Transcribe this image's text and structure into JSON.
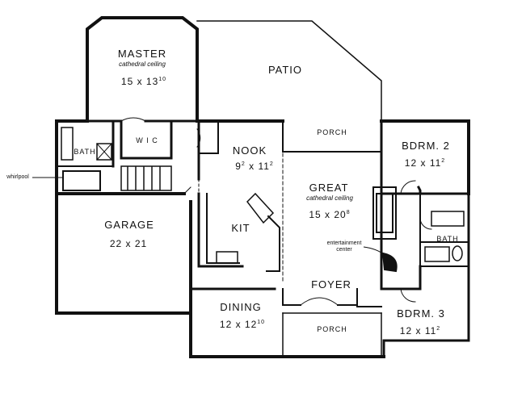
{
  "rooms": {
    "master": {
      "name": "MASTER",
      "note": "cathedral ceiling",
      "dim": "15 x 13",
      "dim_sup": "10"
    },
    "patio": {
      "name": "PATIO"
    },
    "wic": {
      "name": "W I C"
    },
    "bath1": {
      "name": "BATH"
    },
    "nook": {
      "name": "NOOK",
      "dim": "9",
      "dim_sup": "2",
      "dim2": " x 11",
      "dim2_sup": "2"
    },
    "porch_top": {
      "name": "PORCH"
    },
    "bdrm2": {
      "name": "BDRM. 2",
      "dim": "12 x 11",
      "dim_sup": "2"
    },
    "great": {
      "name": "GREAT",
      "note": "cathedral ceiling",
      "dim": "15 x 20",
      "dim_sup": "8"
    },
    "garage": {
      "name": "GARAGE",
      "dim": "22 x 21"
    },
    "kit": {
      "name": "KIT"
    },
    "bath2": {
      "name": "BATH"
    },
    "foyer": {
      "name": "FOYER"
    },
    "dining": {
      "name": "DINING",
      "dim": "12 x 12",
      "dim_sup": "10"
    },
    "porch_bottom": {
      "name": "PORCH"
    },
    "bdrm3": {
      "name": "BDRM. 3",
      "dim": "12 x 11",
      "dim_sup": "2"
    }
  },
  "callouts": {
    "whirlpool": "whirlpool",
    "entertainment_center": "entertainment center"
  }
}
